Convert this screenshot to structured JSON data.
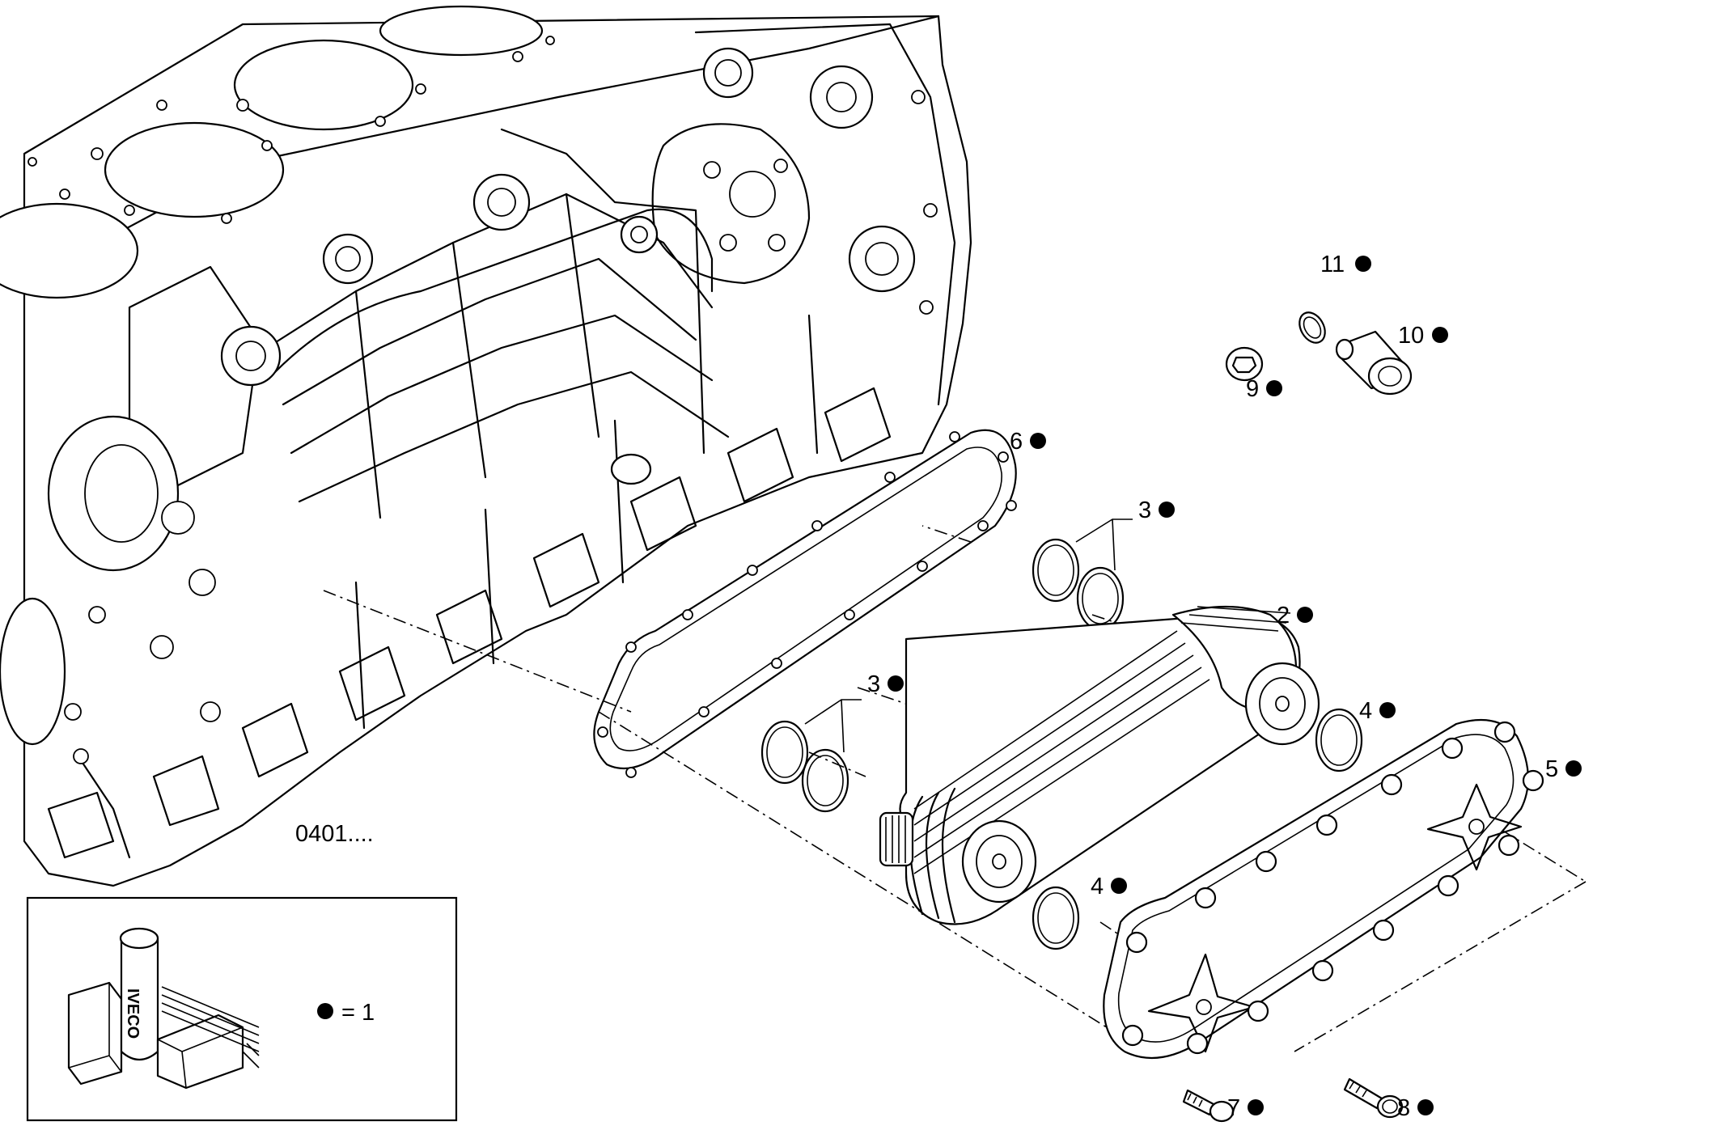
{
  "reference_label": "0401....",
  "legend": {
    "marker": "●",
    "equals_text": "= 1",
    "logo_text": "IVECO"
  },
  "parts": [
    {
      "number": "2"
    },
    {
      "number": "3"
    },
    {
      "number": "3"
    },
    {
      "number": "4"
    },
    {
      "number": "4"
    },
    {
      "number": "5"
    },
    {
      "number": "6"
    },
    {
      "number": "7"
    },
    {
      "number": "8"
    },
    {
      "number": "9"
    },
    {
      "number": "10"
    },
    {
      "number": "11"
    }
  ]
}
